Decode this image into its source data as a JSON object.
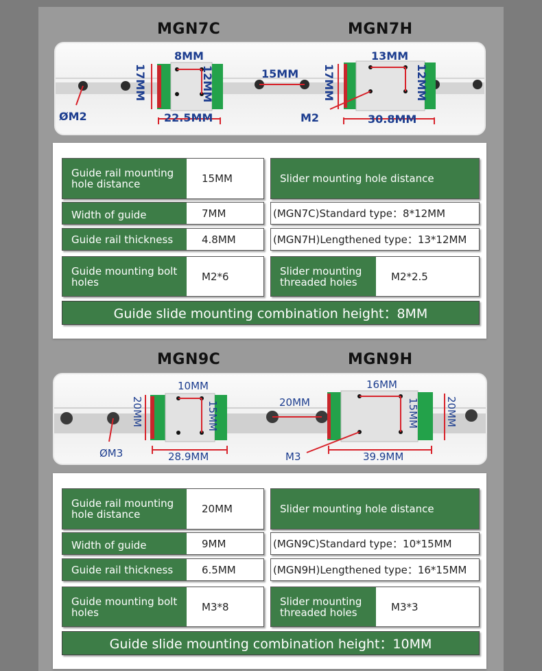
{
  "section1": {
    "model_left": "MGN7C",
    "model_right": "MGN7H",
    "diagram": {
      "left_width": "8MM",
      "left_height": "17MM",
      "left_block_height": "12MM",
      "left_length": "22.5MM",
      "left_hole": "ØM2",
      "hole_spacing": "15MM",
      "right_width": "13MM",
      "right_height": "17MM",
      "right_block_height": "12MM",
      "right_length": "30.8MM",
      "right_thread": "M2"
    },
    "specs": {
      "rail_hole_distance_label": "Guide rail mounting hole distance",
      "rail_hole_distance_value": "15MM",
      "slider_hole_distance_label": "Slider mounting hole distance",
      "guide_width_label": "Width of guide",
      "guide_width_value": "7MM",
      "standard_type": "(MGN7C)Standard type：8*12MM",
      "rail_thickness_label": "Guide rail thickness",
      "rail_thickness_value": "4.8MM",
      "lengthened_type": "(MGN7H)Lengthened type：13*12MM",
      "bolt_holes_label": "Guide mounting bolt holes",
      "bolt_holes_value": "M2*6",
      "threaded_holes_label": "Slider mounting threaded holes",
      "threaded_holes_value": "M2*2.5",
      "combination_height": "Guide slide mounting combination height：8MM"
    }
  },
  "section2": {
    "model_left": "MGN9C",
    "model_right": "MGN9H",
    "diagram": {
      "left_width": "10MM",
      "left_height": "20MM",
      "left_block_height": "15MM",
      "left_length": "28.9MM",
      "left_hole": "ØM3",
      "hole_spacing": "20MM",
      "right_width": "16MM",
      "right_height": "20MM",
      "right_block_height": "15MM",
      "right_length": "39.9MM",
      "right_thread": "M3"
    },
    "specs": {
      "rail_hole_distance_label": "Guide rail mounting hole distance",
      "rail_hole_distance_value": "20MM",
      "slider_hole_distance_label": "Slider mounting hole distance",
      "guide_width_label": "Width of guide",
      "guide_width_value": "9MM",
      "standard_type": "(MGN9C)Standard type：10*15MM",
      "rail_thickness_label": "Guide rail thickness",
      "rail_thickness_value": "6.5MM",
      "lengthened_type": "(MGN9H)Lengthened type：16*15MM",
      "bolt_holes_label": "Guide mounting bolt holes",
      "bolt_holes_value": "M3*8",
      "threaded_holes_label": "Slider mounting threaded holes",
      "threaded_holes_value": "M3*3",
      "combination_height": "Guide slide mounting combination height：10MM"
    }
  },
  "colors": {
    "green": "#3d7d47",
    "dimension_red": "#d8222a",
    "dimension_blue": "#1c3d8f"
  }
}
